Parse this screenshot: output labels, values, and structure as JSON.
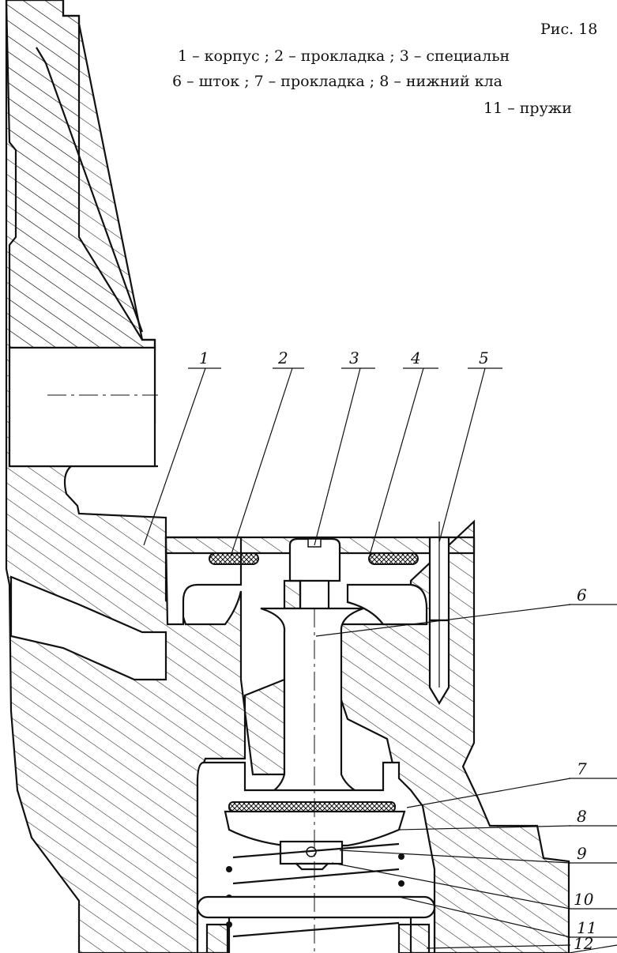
{
  "caption": {
    "title": "Рис. 18",
    "line1": "1 – корпус ; 2 – прокладка ; 3 – специальн",
    "line2": "6 – шток ; 7 – прокладка ; 8 – нижний кла",
    "line3": "11 – пружи"
  },
  "callouts": [
    "1",
    "2",
    "3",
    "4",
    "5",
    "6",
    "7",
    "8",
    "9",
    "10",
    "11",
    "12"
  ]
}
